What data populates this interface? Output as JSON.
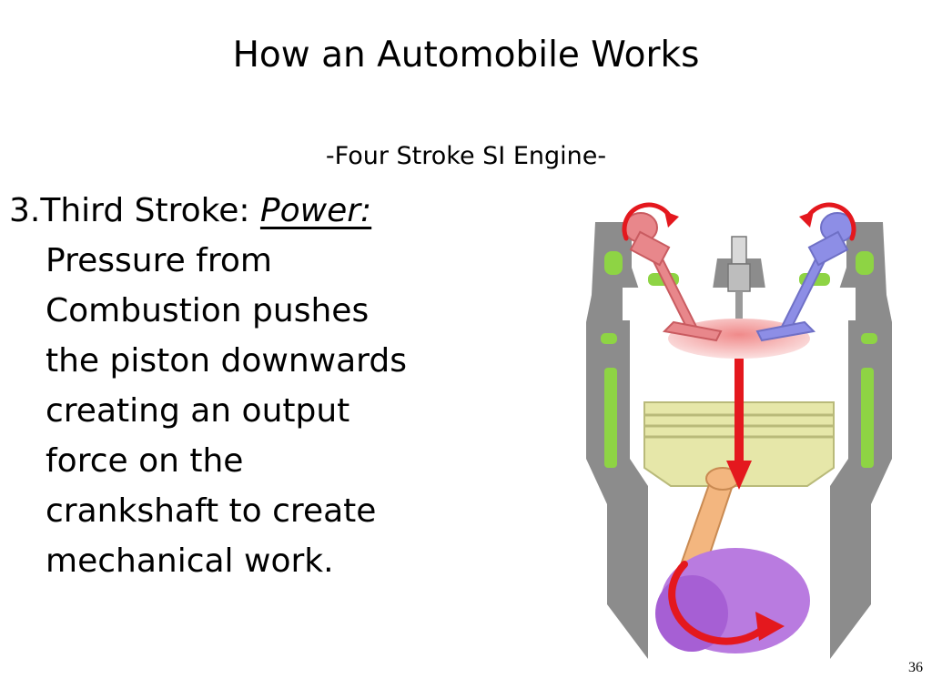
{
  "slide": {
    "title": "How an Automobile Works",
    "subtitle": "-Four Stroke SI Engine-",
    "page_number": "36"
  },
  "stroke": {
    "number": "3.",
    "name": "Third Stroke: ",
    "keyword": "Power:",
    "description_lines": [
      "Pressure from",
      "Combustion pushes",
      "the piston downwards",
      "creating an output",
      "force on the",
      "crankshaft to create",
      "mechanical work."
    ]
  },
  "diagram": {
    "icons": [
      "intake-valve-icon",
      "exhaust-valve-icon",
      "spark-plug-icon",
      "piston-icon",
      "connecting-rod-icon",
      "crankshaft-icon",
      "down-arrow-icon",
      "rotation-arrow-icon"
    ],
    "colors": {
      "cylinder_block": "#8c8c8c",
      "coolant_channels": "#8ed444",
      "intake_valve": "#e8878b",
      "exhaust_valve": "#8d8ee6",
      "motion_arrows": "#e4181e",
      "combustion_glow": "#f6c2c2",
      "piston": "#e6e7a9",
      "connecting_rod": "#f3b67f",
      "crankshaft": "#b97be0"
    }
  }
}
